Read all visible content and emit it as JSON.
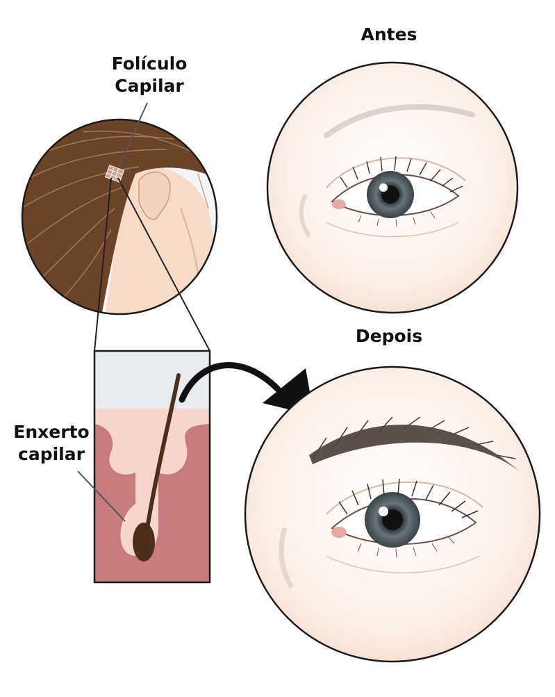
{
  "labels": {
    "follicle_line1": "Folículo",
    "follicle_line2": "Capilar",
    "graft_line1": "Enxerto",
    "graft_line2": "capilar",
    "before": "Antes",
    "after": "Depois"
  },
  "colors": {
    "hair": "#6b4326",
    "skin": "#f6dcc8",
    "skin_section_dermis": "#c77b7f",
    "skin_section_epidermis": "#f6d6cc",
    "outline": "#1a1a1a",
    "iris": "#4a565c",
    "eyebrow": "#5c504a"
  },
  "icons": [
    "head-illustration",
    "skin-cross-section",
    "curved-arrow-icon",
    "eye-before-illustration",
    "eye-after-illustration"
  ]
}
